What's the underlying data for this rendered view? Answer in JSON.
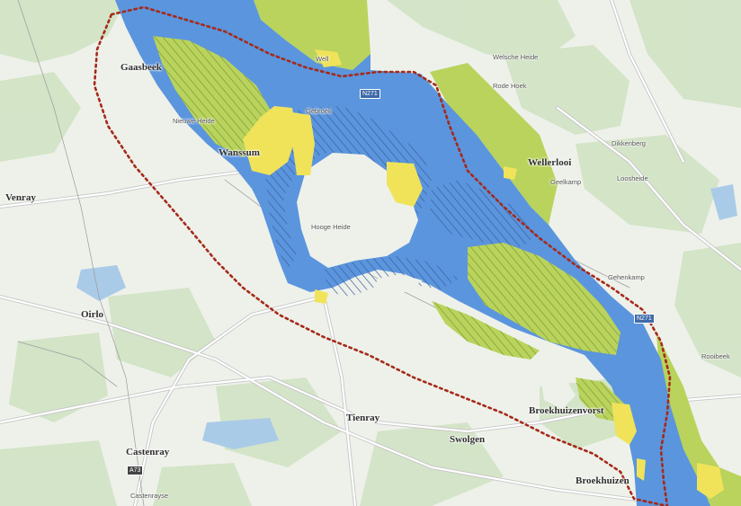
{
  "map": {
    "colors": {
      "background": "#eef1ea",
      "forest": "#cfe2c2",
      "river_water": "#5b95dd",
      "river_hatch": "#3a5f9e",
      "green_zone": "#b9d35c",
      "yellow_zone": "#f0e35a",
      "boundary": "#a52a1a",
      "roads": "#ffffff",
      "road_casing": "#c6c6c6"
    },
    "labels": {
      "gaasbeek": "Gaasbeek",
      "wanssum": "Wanssum",
      "wellerlooi": "Wellerlooi",
      "oirlo": "Oirlo",
      "tienray": "Tienray",
      "swolgen": "Swolgen",
      "broekhuizenvorst": "Broekhuizenvorst",
      "broekhuizen": "Broekhuizen",
      "castenray": "Castenray",
      "venray": "Venray",
      "welsche_heide": "Welsche Heide",
      "rode_hoek": "Rode Hoek",
      "hooge_heide": "Hooge Heide",
      "gebroek": "Gebroek",
      "nieuwe_heide": "Nieuwe Heide",
      "dikkenberg": "Dikkenberg",
      "geelkamp": "Geelkamp",
      "loosheide": "Loosheide",
      "gehenkamp": "Gehenkamp",
      "rooibeek": "Rooibeek",
      "castenrayse": "Castenrayse",
      "well_label": "Well"
    },
    "shields": {
      "n271_top": "N271",
      "n271_right": "N271",
      "a73": "A73"
    }
  }
}
